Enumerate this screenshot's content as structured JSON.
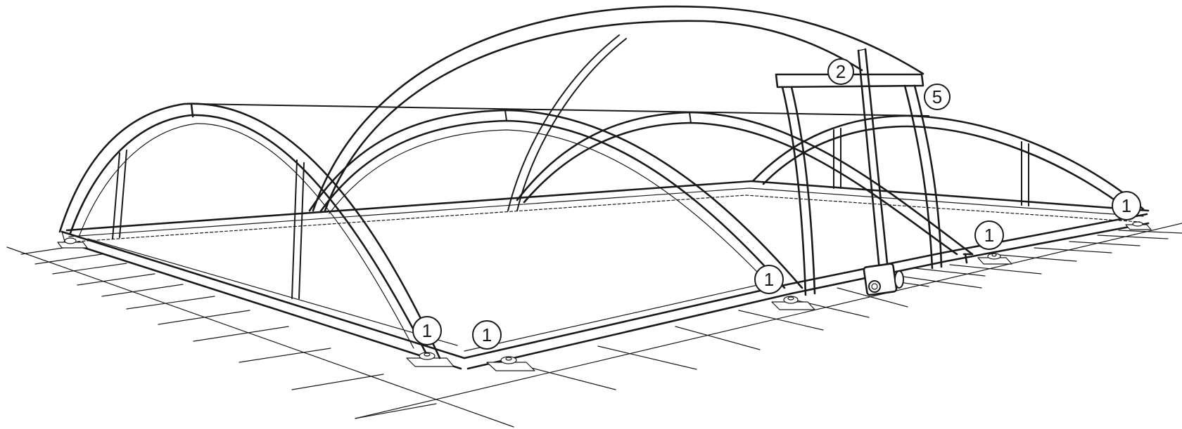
{
  "callouts": [
    {
      "id": "c1a",
      "label": "1"
    },
    {
      "id": "c1b",
      "label": "1"
    },
    {
      "id": "c1c",
      "label": "1"
    },
    {
      "id": "c1d",
      "label": "1"
    },
    {
      "id": "c1e",
      "label": "1"
    },
    {
      "id": "c2",
      "label": "2"
    },
    {
      "id": "c5",
      "label": "5"
    }
  ],
  "colors": {
    "ink": "#1a1a1a",
    "background": "#ffffff"
  }
}
